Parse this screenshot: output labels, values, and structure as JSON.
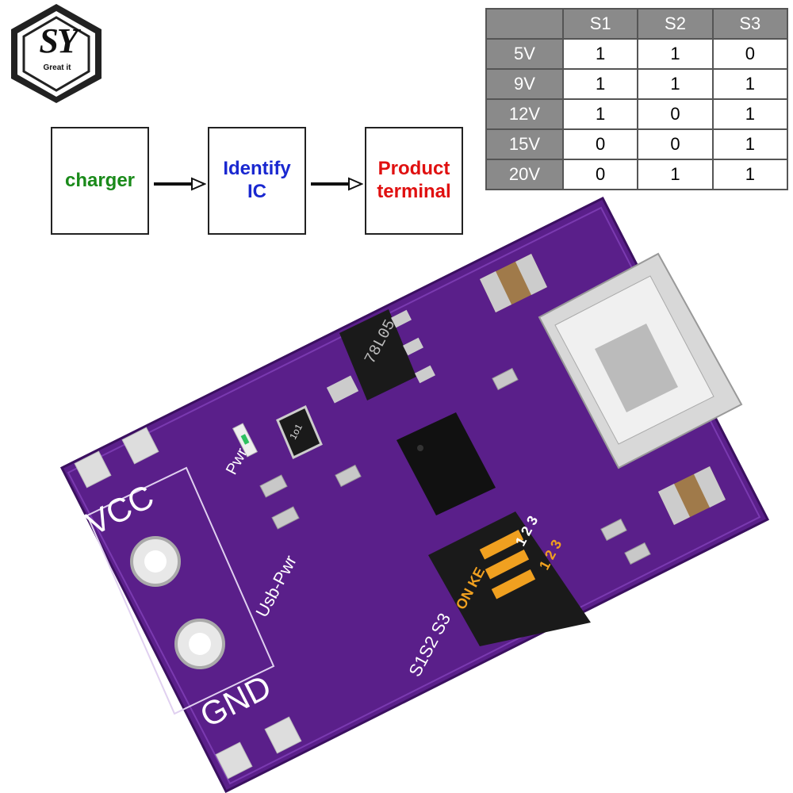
{
  "logo": {
    "letters": "SY",
    "tagline": "Great it"
  },
  "flow": {
    "step1": "charger",
    "step2_line1": "Identify",
    "step2_line2": "IC",
    "step3_line1": "Product",
    "step3_line2": "terminal"
  },
  "voltage_table": {
    "headers": [
      "",
      "S1",
      "S2",
      "S3"
    ],
    "rows": [
      {
        "label": "5V",
        "values": [
          "1",
          "1",
          "0"
        ]
      },
      {
        "label": "9V",
        "values": [
          "1",
          "1",
          "1"
        ]
      },
      {
        "label": "12V",
        "values": [
          "1",
          "0",
          "1"
        ]
      },
      {
        "label": "15V",
        "values": [
          "0",
          "0",
          "1"
        ]
      },
      {
        "label": "20V",
        "values": [
          "0",
          "1",
          "1"
        ]
      }
    ]
  },
  "board": {
    "color": "#5a1f8a",
    "regulator_marking": "78L05",
    "pwr_label": "Pwr",
    "vcc_label": "VCC",
    "gnd_label": "GND",
    "usb_pwr_label": "Usb-Pwr",
    "switch_labels": "S1S2 S3",
    "dip_on_ke": "ON KE",
    "dip_numbers": "1 2 3",
    "dip_top_numbers": "1 2 3",
    "resistor_marking": "1o1"
  }
}
